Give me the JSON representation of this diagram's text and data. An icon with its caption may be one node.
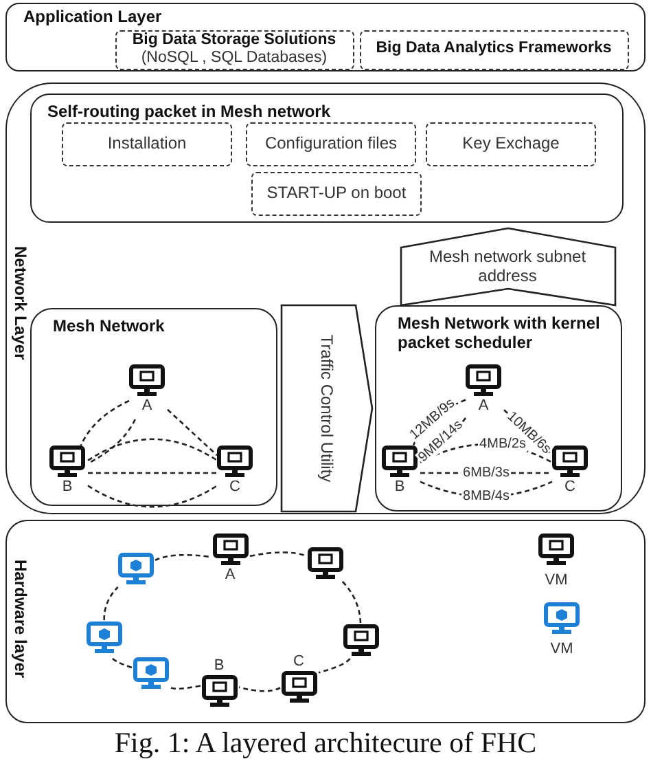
{
  "diagram": {
    "caption": "Fig. 1: A layered architecure of FHC",
    "nodes": [
      {
        "text": [
          "Application Layer"
        ]
      },
      {
        "text": [
          "Big Data Storage Solutions",
          "(NoSQL , SQL Databases)"
        ],
        "in": 0
      },
      {
        "text": [
          "Big Data Analytics Frameworks"
        ],
        "in": 0
      },
      {
        "text": [
          "Network Layer"
        ]
      },
      {
        "text": [
          "Self-routing packet in Mesh network"
        ],
        "in": 3
      },
      {
        "text": [
          "Installation"
        ],
        "in": 4
      },
      {
        "text": [
          "Configuration files"
        ],
        "in": 4
      },
      {
        "text": [
          "Key Exchage"
        ],
        "in": 4
      },
      {
        "text": [
          "START-UP on boot"
        ],
        "in": 4
      },
      {
        "text": [
          "Mesh network subnet address"
        ],
        "in": 3
      },
      {
        "text": [
          "Mesh Network"
        ],
        "in": 3
      },
      {
        "text": [
          "Traffic Control Utility"
        ],
        "in": 3
      },
      {
        "text": [
          "Mesh Network  with kernel packet scheduler"
        ],
        "in": 3
      },
      {
        "text": [
          "A"
        ],
        "in": 10
      },
      {
        "text": [
          "B"
        ],
        "in": 10
      },
      {
        "text": [
          "C"
        ],
        "in": 10
      },
      {
        "text": [
          "A"
        ],
        "in": 12
      },
      {
        "text": [
          "B"
        ],
        "in": 12
      },
      {
        "text": [
          "C"
        ],
        "in": 12
      },
      {
        "text": [
          "Hardware layer"
        ]
      },
      {
        "text": [
          "A"
        ],
        "in": 19
      },
      {
        "text": [],
        "shape": "monitor",
        "in": 19
      },
      {
        "text": [],
        "shape": "monitor",
        "in": 19
      },
      {
        "text": [],
        "shape": "monitor",
        "in": 19
      },
      {
        "text": [],
        "shape": "monitor",
        "in": 19
      },
      {
        "text": [],
        "shape": "monitor",
        "in": 19
      },
      {
        "text": [
          "B"
        ],
        "in": 19
      },
      {
        "text": [
          "C"
        ],
        "in": 19
      }
    ],
    "edges": [
      {
        "from": 13,
        "to": 14,
        "arrow": "none",
        "style": "dashed"
      },
      {
        "from": 13,
        "to": 14,
        "arrow": "none",
        "style": "dashed"
      },
      {
        "from": 13,
        "to": 15,
        "arrow": "none",
        "style": "dashed"
      },
      {
        "from": 14,
        "to": 15,
        "arrow": "none",
        "style": "dashed"
      },
      {
        "from": 14,
        "to": 15,
        "arrow": "none",
        "style": "dashed"
      },
      {
        "from": 14,
        "to": 15,
        "arrow": "none",
        "style": "dashed"
      },
      {
        "from": 16,
        "to": 17,
        "arrow": "none",
        "style": "dashed",
        "label": "12MB/9s"
      },
      {
        "from": 16,
        "to": 17,
        "arrow": "none",
        "style": "dashed",
        "label": "9MB/14s"
      },
      {
        "from": 16,
        "to": 18,
        "arrow": "none",
        "style": "dashed",
        "label": "10MB/6s"
      },
      {
        "from": 17,
        "to": 18,
        "arrow": "none",
        "style": "dashed",
        "label": "4MB/2s"
      },
      {
        "from": 17,
        "to": 18,
        "arrow": "none",
        "style": "dashed",
        "label": "6MB/3s"
      },
      {
        "from": 17,
        "to": 18,
        "arrow": "none",
        "style": "dashed",
        "label": "8MB/4s"
      },
      {
        "from": 22,
        "to": 20,
        "arrow": "none",
        "style": "dashed"
      },
      {
        "from": 20,
        "to": 21,
        "arrow": "none",
        "style": "dashed"
      },
      {
        "from": 21,
        "to": 24,
        "arrow": "none",
        "style": "dashed"
      },
      {
        "from": 24,
        "to": 27,
        "arrow": "none",
        "style": "dashed"
      },
      {
        "from": 27,
        "to": 26,
        "arrow": "none",
        "style": "dashed"
      },
      {
        "from": 26,
        "to": 25,
        "arrow": "none",
        "style": "dashed"
      },
      {
        "from": 25,
        "to": 23,
        "arrow": "none",
        "style": "dashed"
      },
      {
        "from": 23,
        "to": 22,
        "arrow": "none",
        "style": "dashed"
      }
    ],
    "legend": [
      {
        "text": "VM"
      },
      {
        "text": "VM"
      }
    ]
  }
}
